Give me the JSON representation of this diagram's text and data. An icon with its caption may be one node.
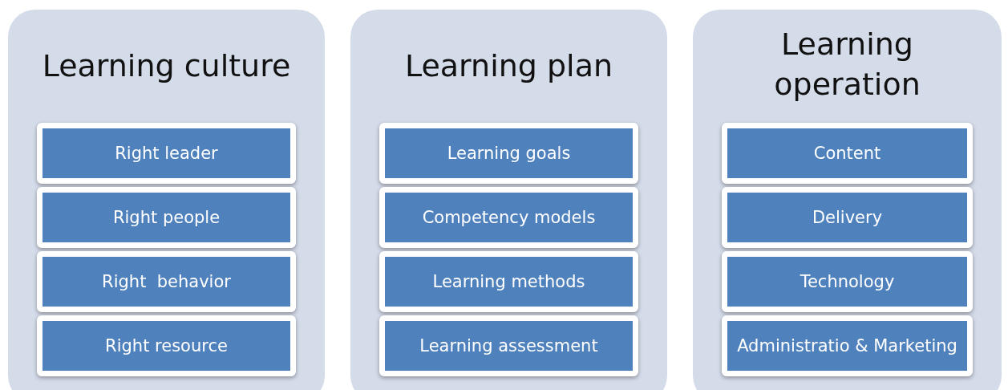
{
  "diagram": {
    "nodes": [
      {
        "text": [
          "Learning culture"
        ]
      },
      {
        "text": [
          "Right leader"
        ],
        "in": 0
      },
      {
        "text": [
          "Right people"
        ],
        "in": 0
      },
      {
        "text": [
          "Right  behavior"
        ],
        "in": 0
      },
      {
        "text": [
          "Right resource"
        ],
        "in": 0
      },
      {
        "text": [
          "Learning plan"
        ]
      },
      {
        "text": [
          "Learning goals"
        ],
        "in": 5
      },
      {
        "text": [
          "Competency models"
        ],
        "in": 5
      },
      {
        "text": [
          "Learning methods"
        ],
        "in": 5
      },
      {
        "text": [
          "Learning assessment"
        ],
        "in": 5
      },
      {
        "text": [
          "Learning operation"
        ]
      },
      {
        "text": [
          "Content"
        ],
        "in": 10
      },
      {
        "text": [
          "Delivery"
        ],
        "in": 10
      },
      {
        "text": [
          "Technology"
        ],
        "in": 10
      },
      {
        "text": [
          "Administratio & Marketing"
        ],
        "in": 10
      }
    ]
  }
}
